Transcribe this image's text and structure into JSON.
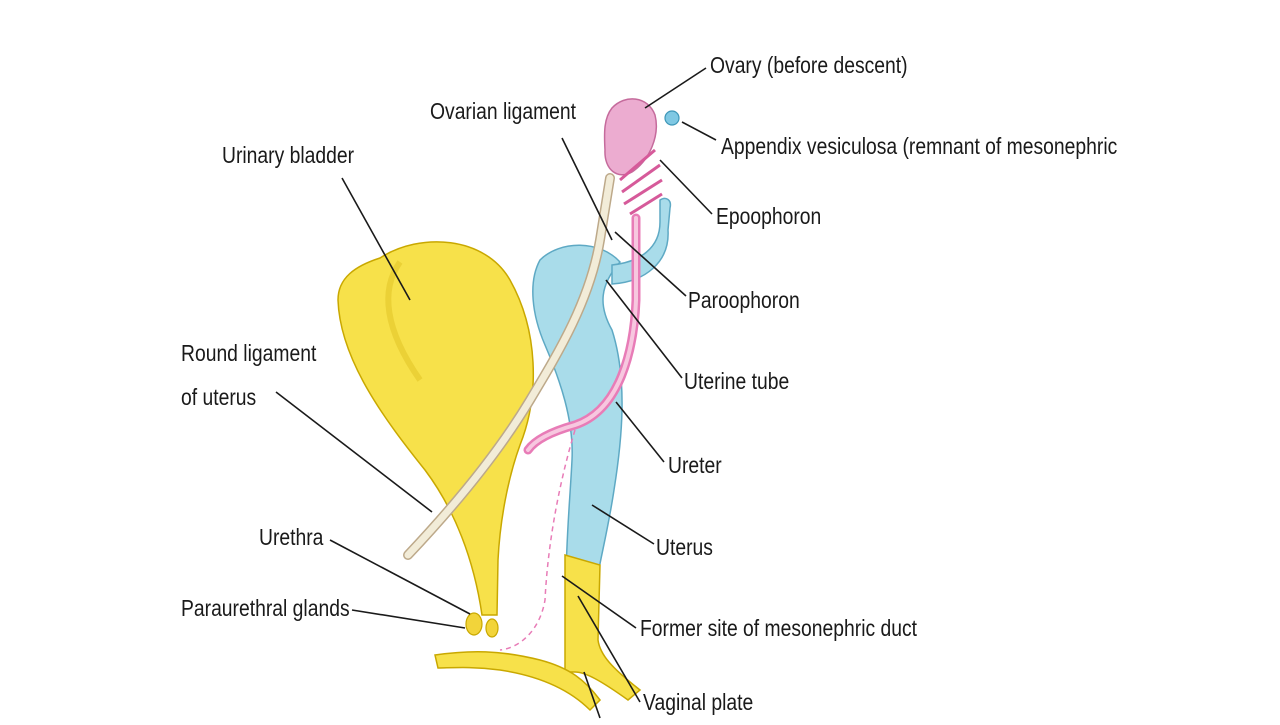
{
  "labels": {
    "ovary": "Ovary (before descent)",
    "ovarian_ligament": "Ovarian ligament",
    "appendix_vesiculosa": "Appendix vesiculosa (remnant of mesonephric",
    "urinary_bladder": "Urinary bladder",
    "epoophoron": "Epoophoron",
    "paroophoron": "Paroophoron",
    "round_ligament_line1": "Round ligament",
    "round_ligament_line2": "of uterus",
    "uterine_tube": "Uterine tube",
    "ureter": "Ureter",
    "uterus": "Uterus",
    "urethra": "Urethra",
    "paraurethral_glands": "Paraurethral glands",
    "former_site": "Former site of mesonephric duct",
    "vaginal_plate": "Vaginal plate"
  },
  "colors": {
    "bladder": "#f7e14a",
    "uterus": "#a9dcea",
    "ovary": "#ecacd0",
    "ligament": "#f2ecd8",
    "line": "#1a1a1a"
  }
}
